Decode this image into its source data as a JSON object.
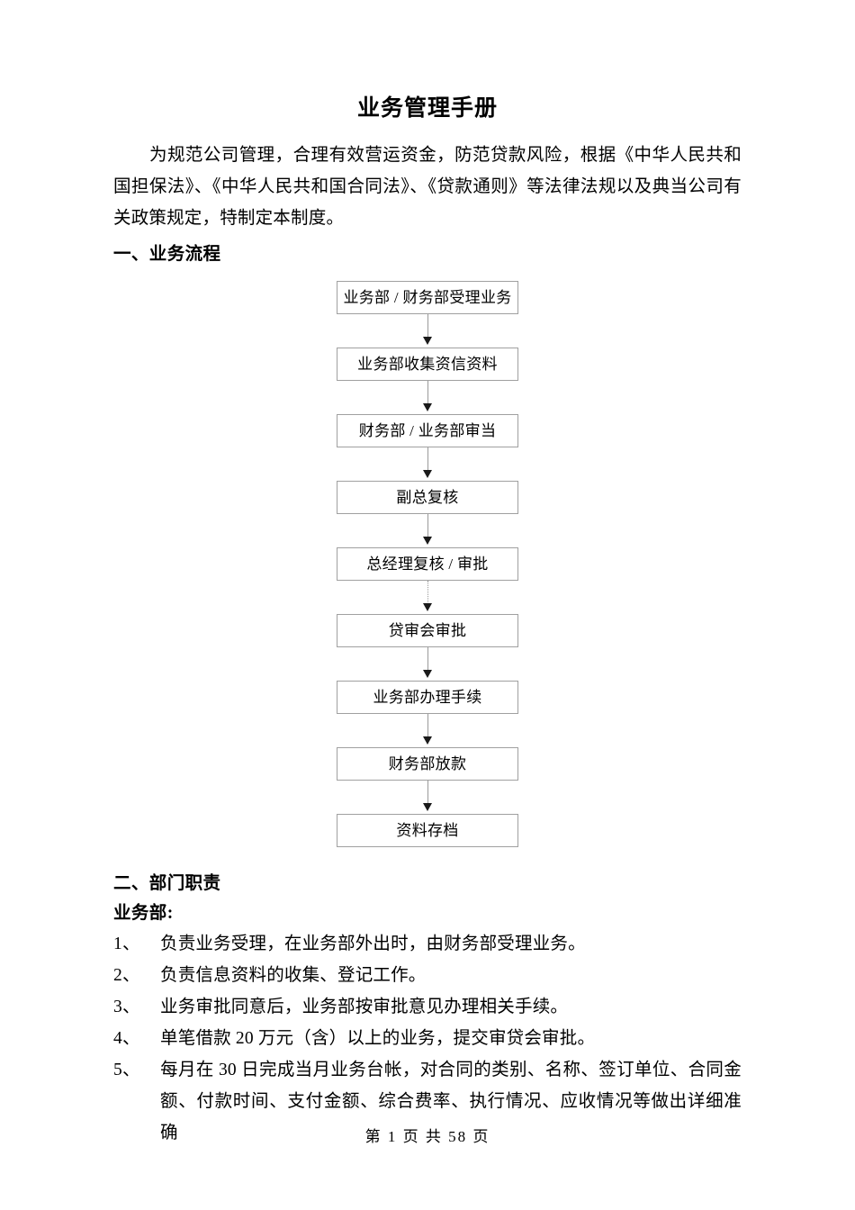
{
  "document": {
    "title": "业务管理手册",
    "intro_paragraph": "为规范公司管理，合理有效营运资金，防范贷款风险，根据《中华人民共和国担保法》、《中华人民共和国合同法》、《贷款通则》等法律法规以及典当公司有关政策规定，特制定本制度。"
  },
  "section_one": {
    "heading": "一、业务流程",
    "flowchart": {
      "nodes": [
        "业务部 / 财务部受理业务",
        "业务部收集资信资料",
        "财务部 / 业务部审当",
        "副总复核",
        "总经理复核 / 审批",
        "贷审会审批",
        "业务部办理手续",
        "财务部放款",
        "资料存档"
      ],
      "connector_styles": [
        "solid",
        "solid",
        "solid",
        "solid",
        "dotted",
        "solid",
        "solid",
        "solid"
      ]
    }
  },
  "section_two": {
    "heading": "二、部门职责",
    "subsection_heading": "业务部:",
    "items": [
      {
        "marker": "1、",
        "text": "负责业务受理，在业务部外出时，由财务部受理业务。"
      },
      {
        "marker": "2、",
        "text": "负责信息资料的收集、登记工作。"
      },
      {
        "marker": "3、",
        "text": "业务审批同意后，业务部按审批意见办理相关手续。"
      },
      {
        "marker": "4、",
        "text": "单笔借款 20 万元（含）以上的业务，提交审贷会审批。"
      },
      {
        "marker": "5、",
        "text": "每月在 30 日完成当月业务台帐，对合同的类别、名称、签订单位、合同金额、付款时间、支付金额、综合费率、执行情况、应收情况等做出详细准确"
      }
    ]
  },
  "footer": {
    "text": "第 1 页 共 58 页"
  },
  "colors": {
    "page_background": "#ffffff",
    "text": "#000000",
    "box_border": "#a0a0a0",
    "connector_line": "#9a9a9a",
    "arrow_head": "#1a1a1a"
  }
}
